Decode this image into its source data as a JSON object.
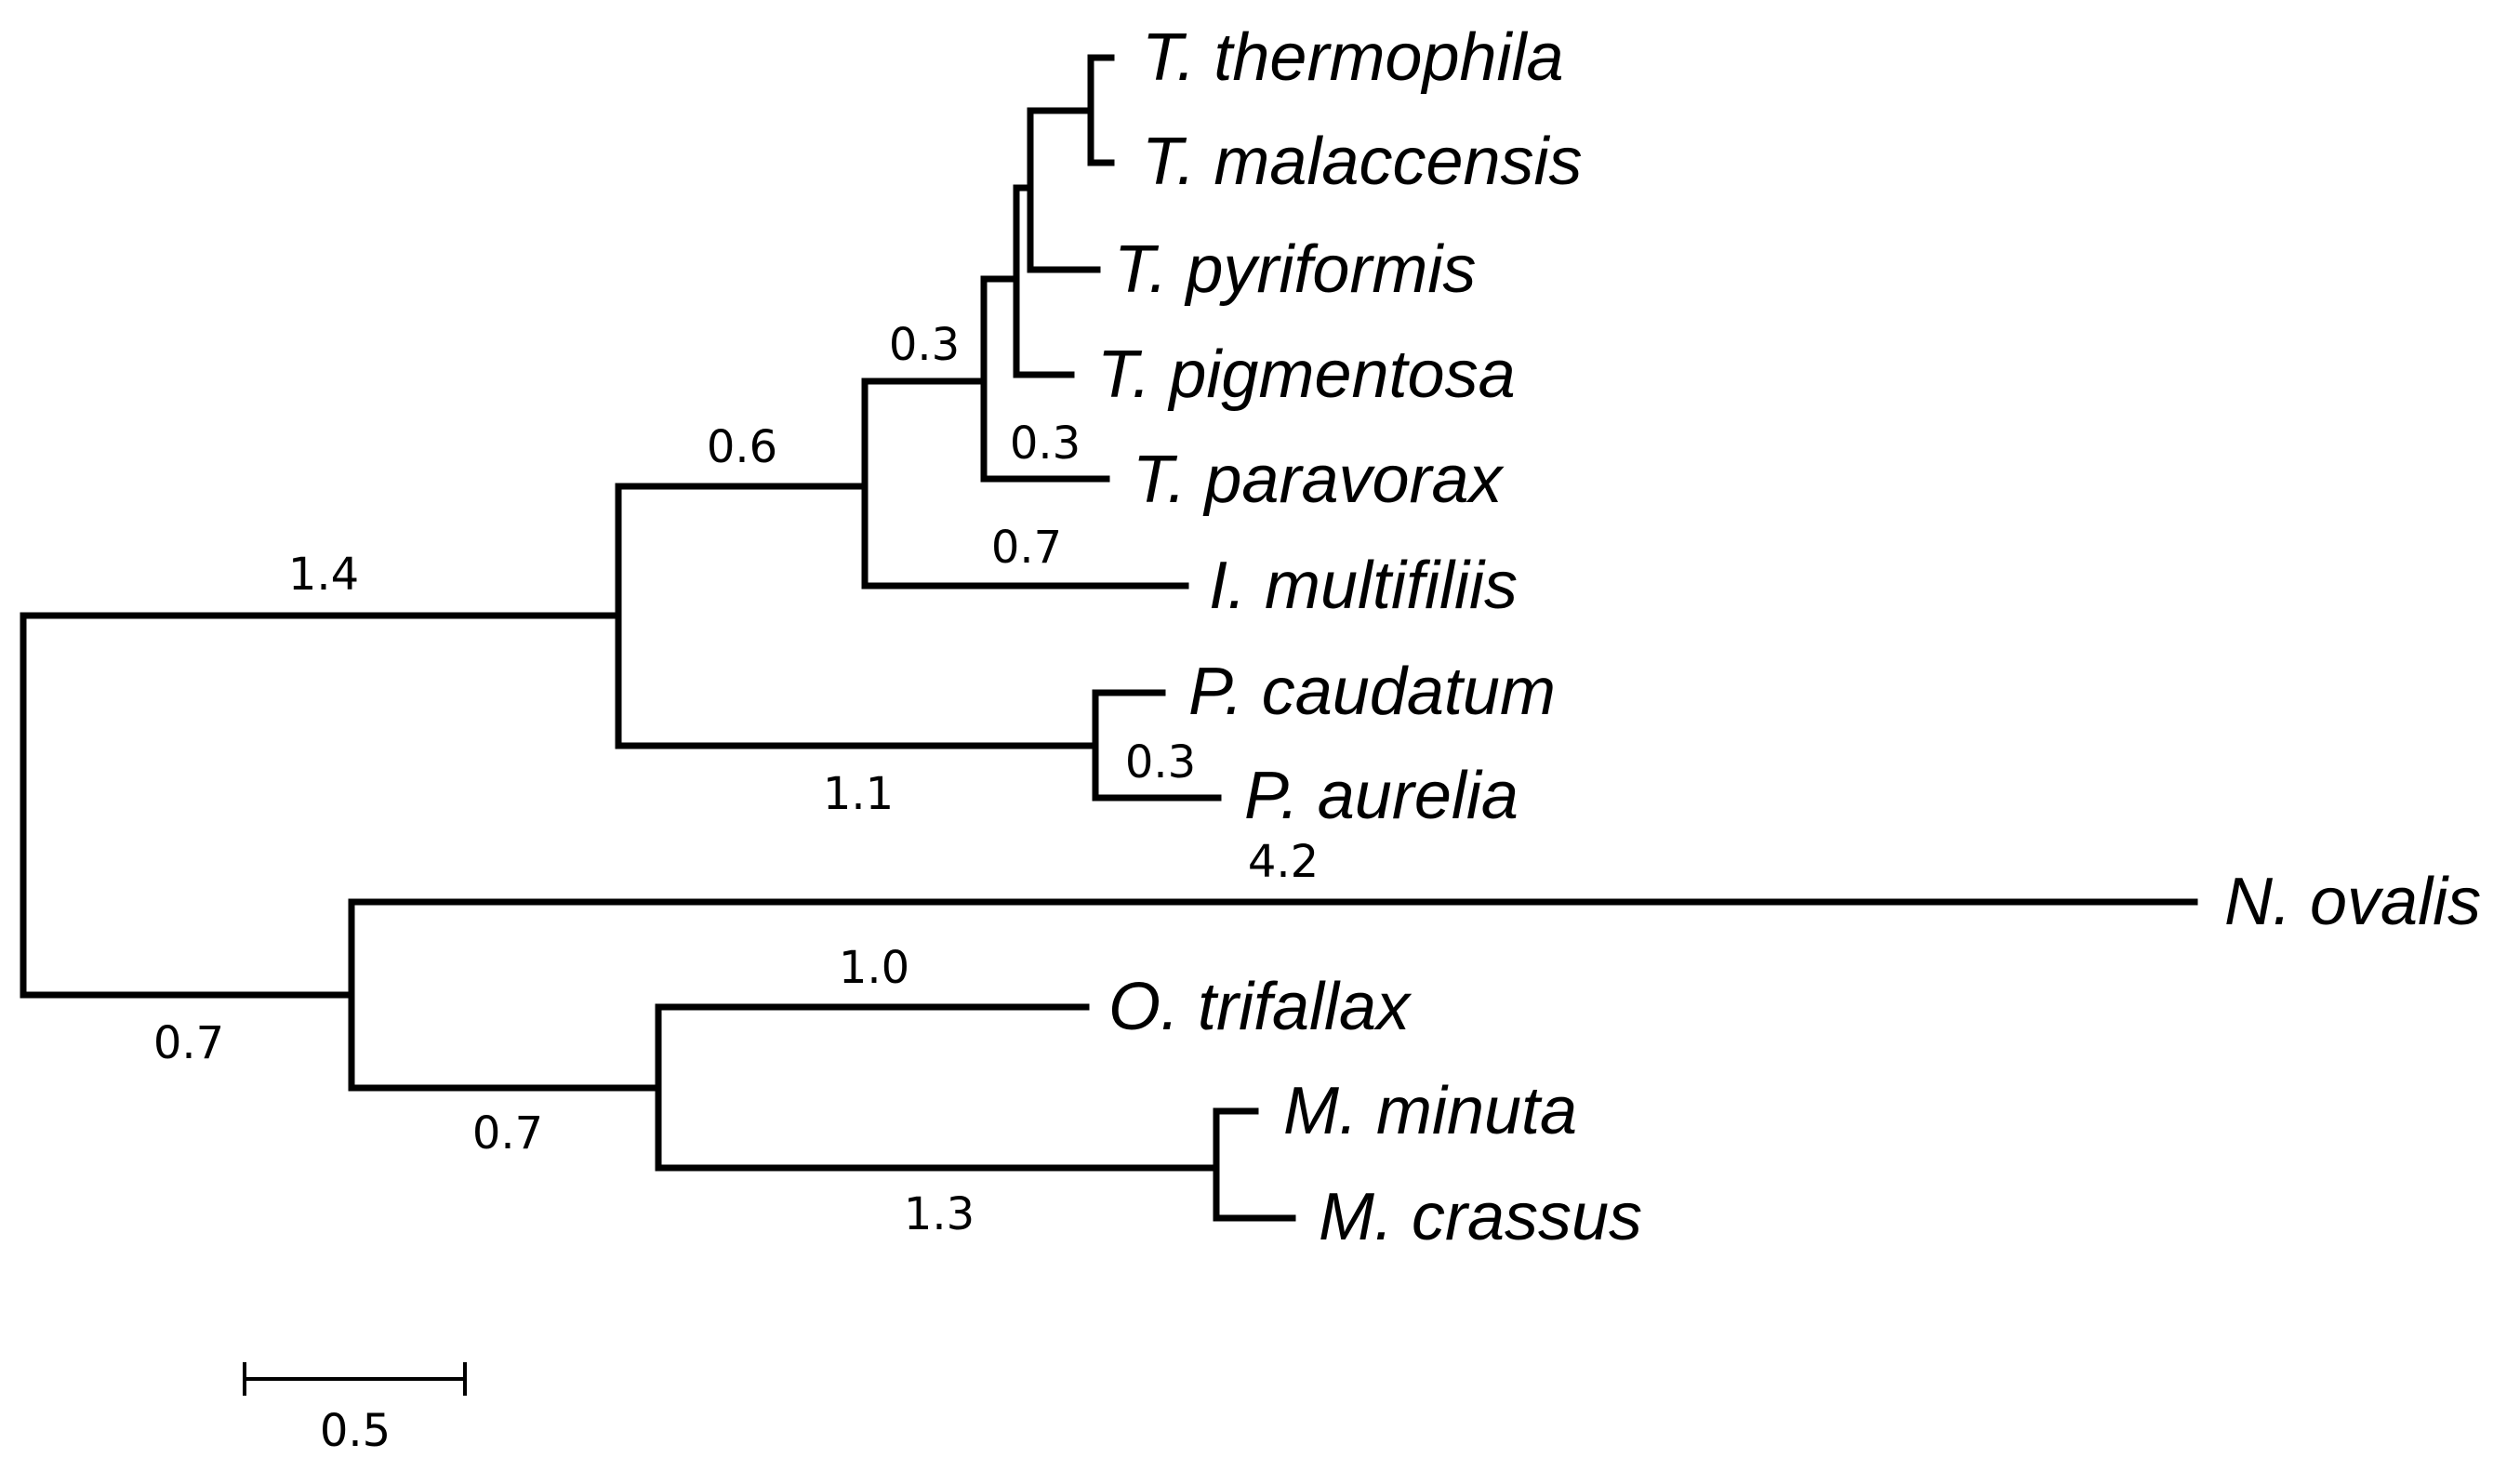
{
  "tree": {
    "leaves": {
      "tthermophila": "T. thermophila",
      "tmalaccensis": "T. malaccensis",
      "tpyriformis": "T. pyriformis",
      "tpigmentosa": "T. pigmentosa",
      "tparavorax": "T. paravorax",
      "imultifiliis": "I. multifiliis",
      "pcaudatum": "P. caudatum",
      "paurelia": "P. aurelia",
      "novalis": "N. ovalis",
      "otrifallax": "O. trifallax",
      "mminuta": "M. minuta",
      "mcrassus": "M. crassus"
    },
    "branch_lengths": {
      "tetra_clade": "0.3",
      "tparavorax": "0.3",
      "tetra_ich_clade": "0.6",
      "imultifiliis": "0.7",
      "oligo_clade": "1.4",
      "paramecium_clade": "1.1",
      "paurelia": "0.3",
      "novalis": "4.2",
      "spiro_clade": "0.7",
      "otrifallax": "1.0",
      "oxy_stylo_clade": "0.7",
      "moneuplotes_clade": "1.3"
    }
  },
  "scale_bar": {
    "value": 0.5,
    "label": "0.5"
  }
}
